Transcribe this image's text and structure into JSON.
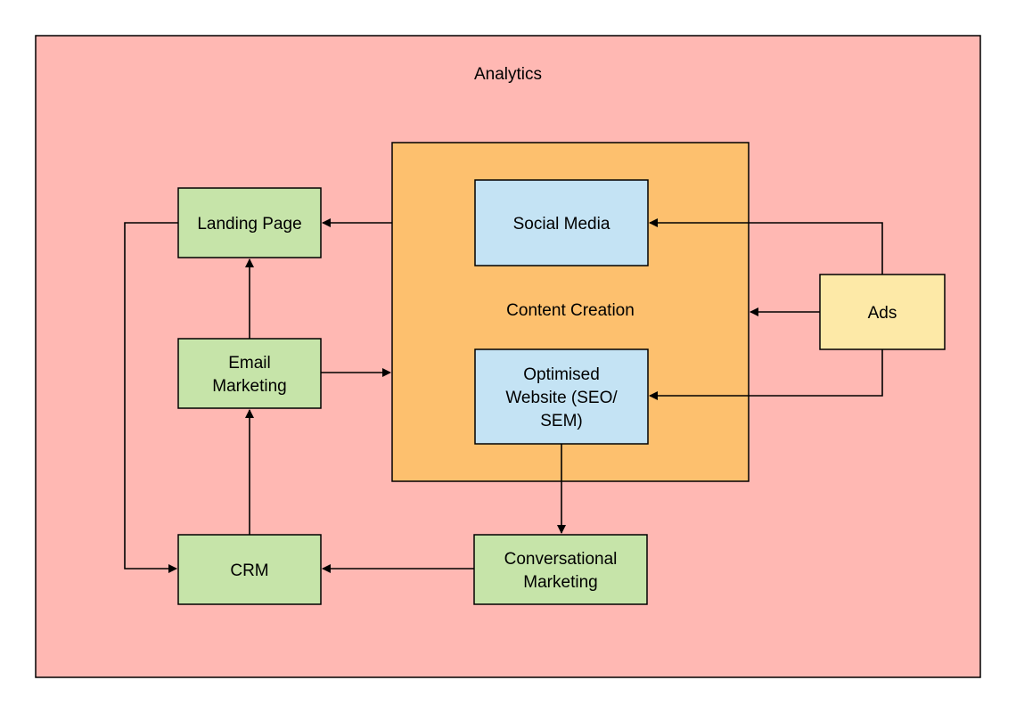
{
  "diagram": {
    "type": "flowchart",
    "colors": {
      "analytics": "#ffb8b3",
      "content_creation": "#fdc06e",
      "channel": "#c6e4a9",
      "web": "#c4e3f4",
      "ads": "#fde9a7",
      "stroke": "#000000"
    },
    "nodes": [
      {
        "id": "analytics",
        "label": "Analytics",
        "fill": "#ffb8b3"
      },
      {
        "id": "content_creation",
        "label": "Content Creation",
        "fill": "#fdc06e"
      },
      {
        "id": "social_media",
        "label": "Social Media",
        "fill": "#c4e3f4"
      },
      {
        "id": "optimised_website",
        "label": "Optimised Website (SEO/ SEM)",
        "fill": "#c4e3f4"
      },
      {
        "id": "ads",
        "label": "Ads",
        "fill": "#fde9a7"
      },
      {
        "id": "landing_page",
        "label": "Landing Page",
        "fill": "#c6e4a9"
      },
      {
        "id": "email_marketing",
        "label": "Email Marketing",
        "fill": "#c6e4a9"
      },
      {
        "id": "crm",
        "label": "CRM",
        "fill": "#c6e4a9"
      },
      {
        "id": "conversational_marketing",
        "label": "Conversational Marketing",
        "fill": "#c6e4a9"
      }
    ],
    "edges": [
      {
        "from": "content_creation",
        "to": "landing_page"
      },
      {
        "from": "email_marketing",
        "to": "landing_page"
      },
      {
        "from": "email_marketing",
        "to": "content_creation"
      },
      {
        "from": "crm",
        "to": "email_marketing"
      },
      {
        "from": "landing_page",
        "to": "crm"
      },
      {
        "from": "conversational_marketing",
        "to": "crm"
      },
      {
        "from": "optimised_website",
        "to": "conversational_marketing"
      },
      {
        "from": "ads",
        "to": "social_media"
      },
      {
        "from": "ads",
        "to": "content_creation"
      },
      {
        "from": "ads",
        "to": "optimised_website"
      }
    ]
  }
}
